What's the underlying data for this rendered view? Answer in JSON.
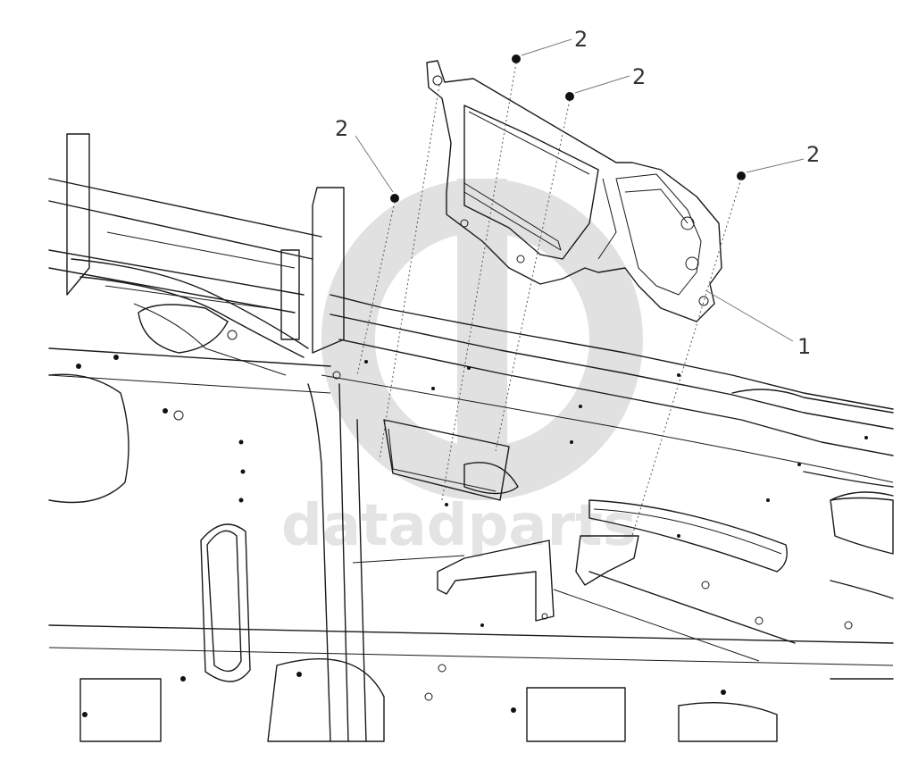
{
  "diagram": {
    "callouts": [
      {
        "id": "nut-a",
        "label": "2"
      },
      {
        "id": "nut-b",
        "label": "2"
      },
      {
        "id": "nut-c",
        "label": "2"
      },
      {
        "id": "nut-d",
        "label": "2"
      },
      {
        "id": "bracket",
        "label": "1"
      }
    ]
  },
  "watermark": {
    "text": "datadparts"
  }
}
